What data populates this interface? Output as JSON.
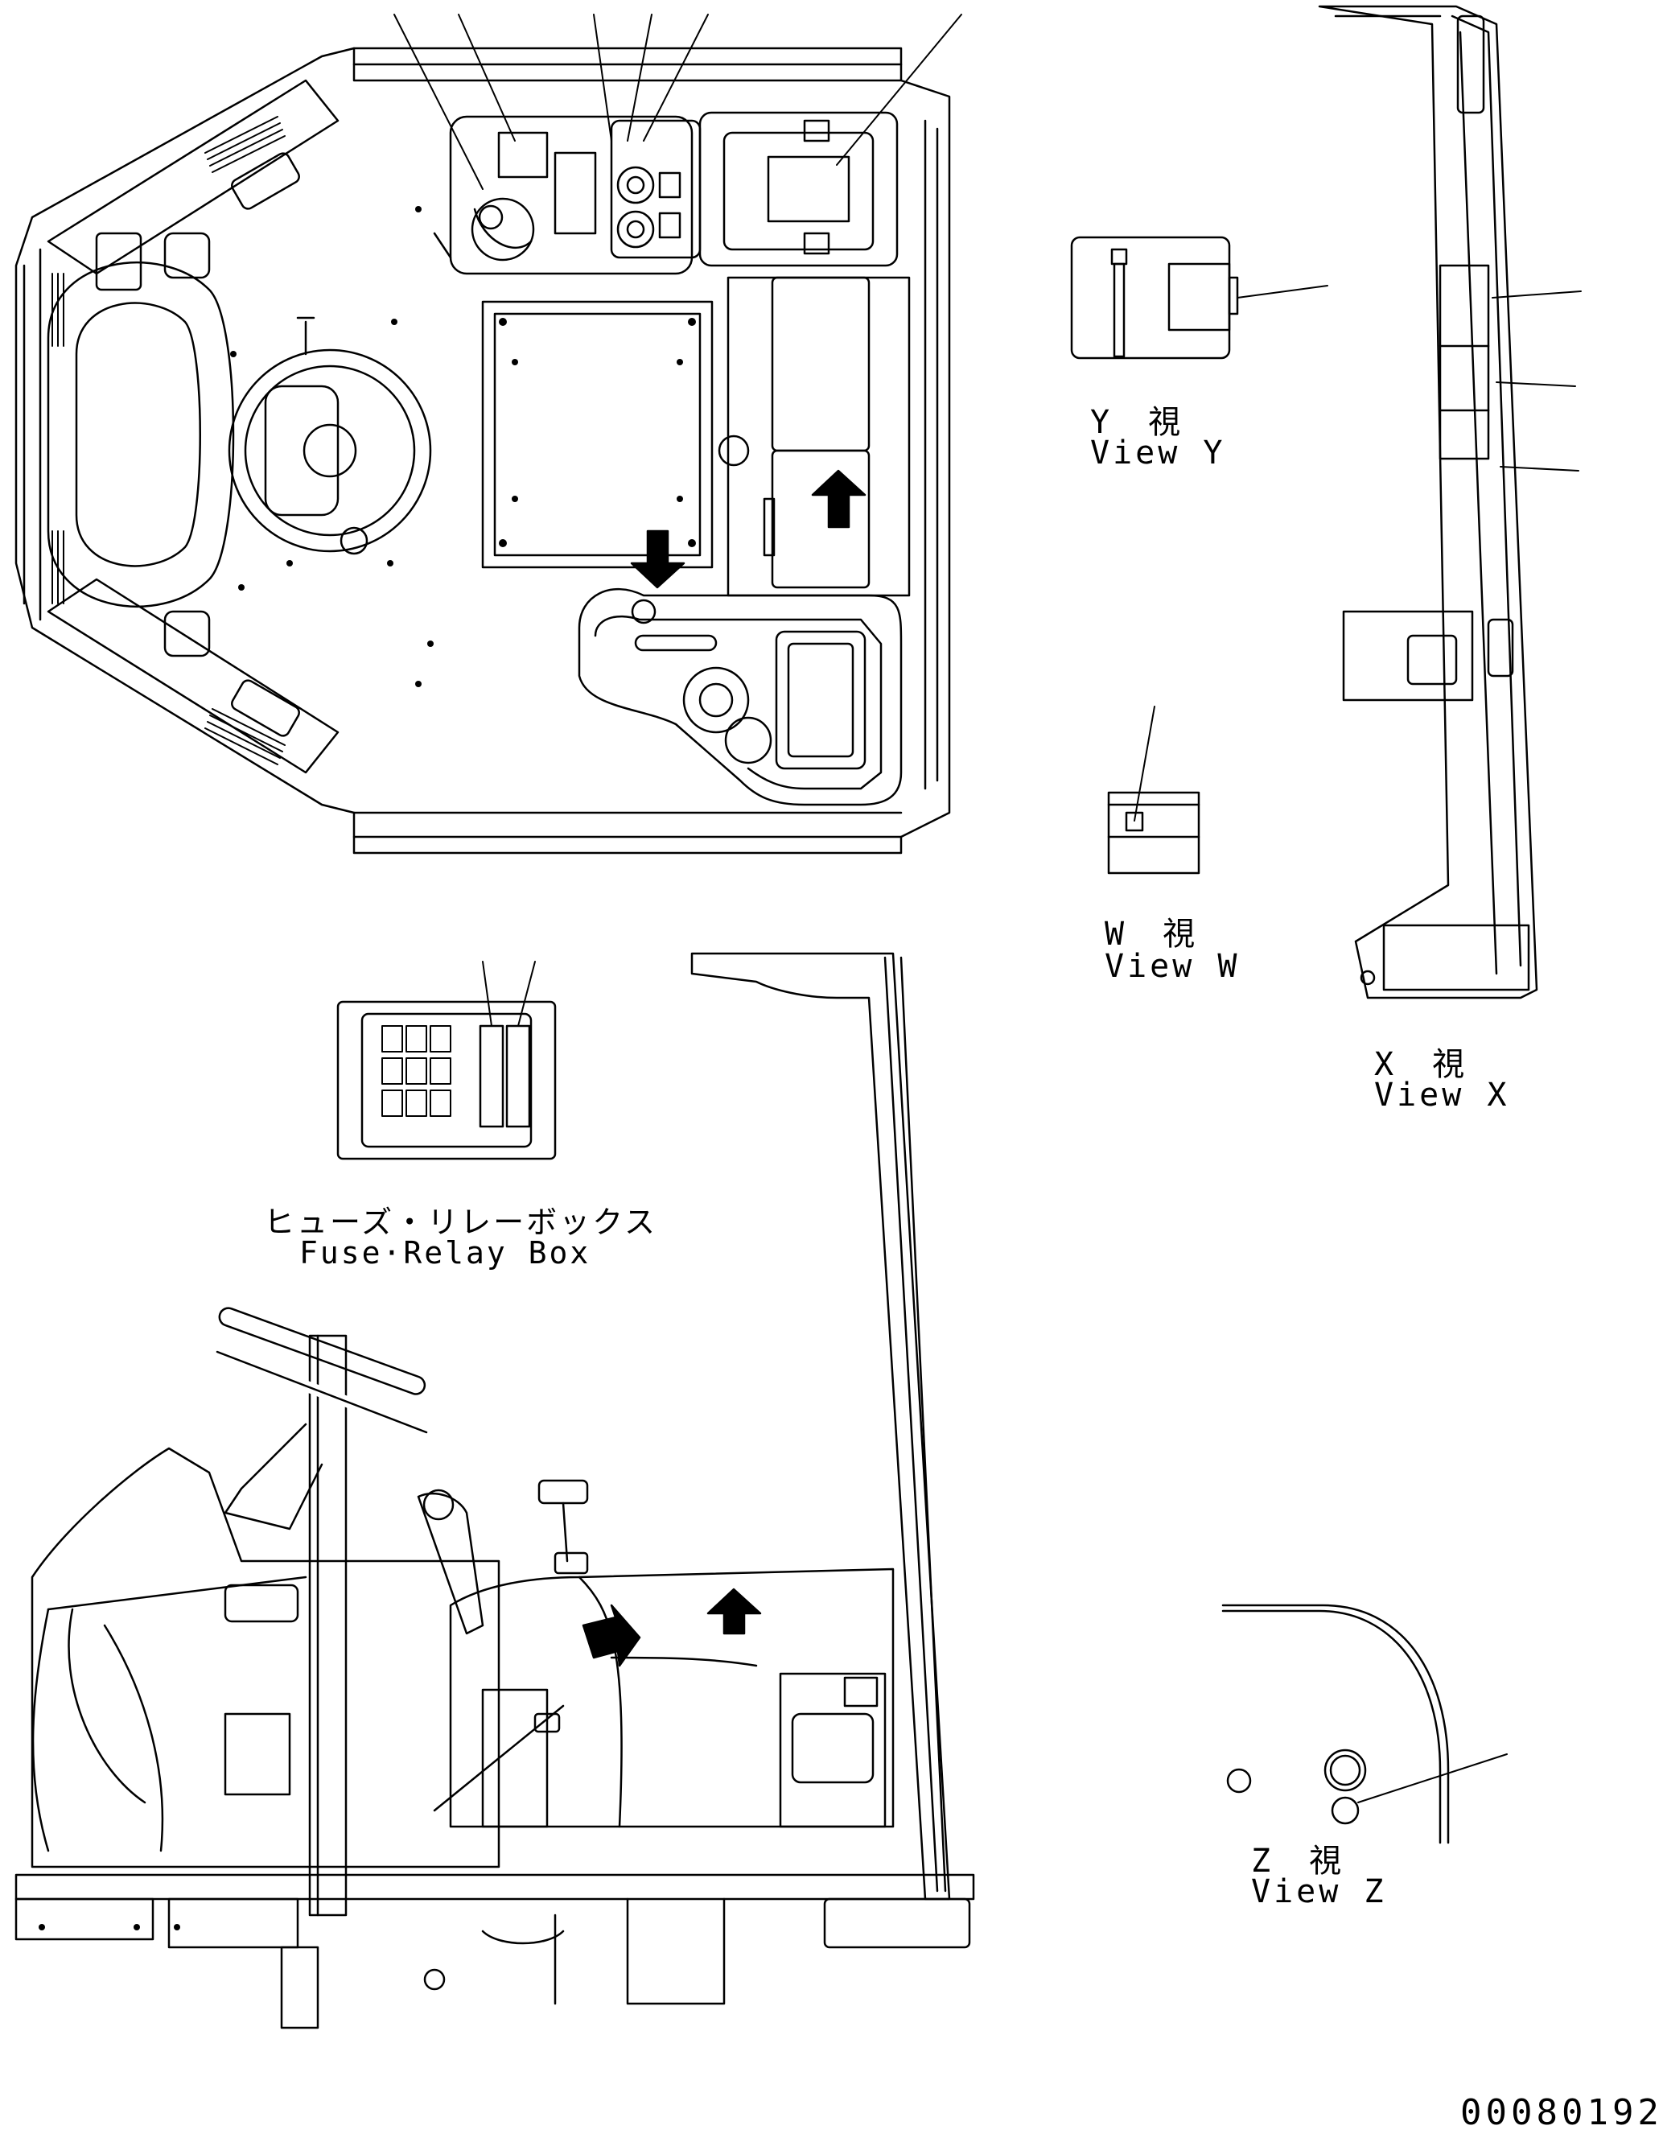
{
  "labels": {
    "view_y": {
      "jp": "Y　視",
      "en": "View Y"
    },
    "view_w": {
      "jp": "W　視",
      "en": "View W"
    },
    "view_x": {
      "jp": "X　視",
      "en": "View X"
    },
    "view_z": {
      "jp": "Z　視",
      "en": "View Z"
    },
    "fuse_relay_box": {
      "jp": "ヒューズ・リレーボックス",
      "en": "Fuse·Relay Box"
    }
  },
  "document_number": "00080192",
  "colors": {
    "line": "#000000",
    "background": "#ffffff"
  }
}
